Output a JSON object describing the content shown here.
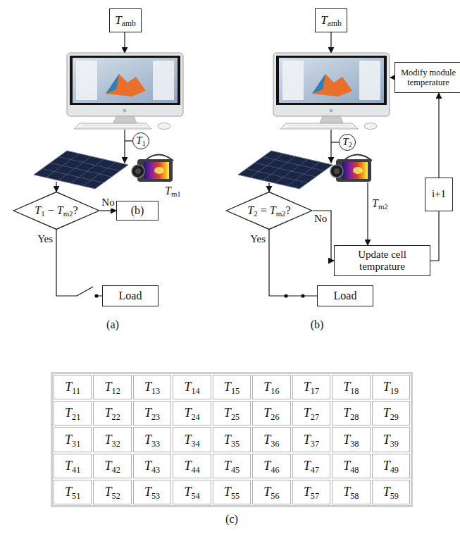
{
  "diagram": {
    "nodes": [
      {
        "text": [
          "Tamb"
        ]
      },
      {
        "text": [
          "T1"
        ]
      },
      {
        "text": [
          "T1 − Tm2?"
        ]
      },
      {
        "text": [
          "(b)"
        ]
      },
      {
        "text": [
          "Load"
        ]
      },
      {
        "text": [
          "Tamb"
        ]
      },
      {
        "text": [
          "Modify module temperature"
        ]
      },
      {
        "text": [
          "T2"
        ]
      },
      {
        "text": [
          "i+1"
        ]
      },
      {
        "text": [
          "T2 = Tm2?"
        ]
      },
      {
        "text": [
          "Update cell temprature"
        ]
      },
      {
        "text": [
          "Load"
        ]
      }
    ],
    "edges": [
      {
        "from": 2,
        "to": 3,
        "label": "No",
        "arrow": "to"
      },
      {
        "from": 2,
        "to": 4,
        "label": "Yes",
        "arrow": "none"
      },
      {
        "from": 9,
        "to": 10,
        "label": "No",
        "arrow": "to"
      },
      {
        "from": 9,
        "to": 11,
        "label": "Yes",
        "arrow": "none"
      },
      {
        "from": 10,
        "to": 8,
        "arrow": "none"
      },
      {
        "from": 8,
        "to": 6,
        "arrow": "to"
      }
    ],
    "labels": [
      "Tm1",
      "Tm2",
      "(a)",
      "(b)",
      "T11",
      "T12",
      "T13",
      "T14",
      "T15",
      "T16",
      "T17",
      "T18",
      "T19",
      "T21",
      "T22",
      "T23",
      "T24",
      "T25",
      "T26",
      "T27",
      "T28",
      "T29",
      "T31",
      "T32",
      "T33",
      "T34",
      "T35",
      "T36",
      "T37",
      "T38",
      "T39",
      "T41",
      "T42",
      "T43",
      "T44",
      "T45",
      "T46",
      "T47",
      "T48",
      "T49",
      "T51",
      "T52",
      "T53",
      "T54",
      "T55",
      "T56",
      "T57",
      "T58",
      "T59",
      "(c)"
    ]
  }
}
